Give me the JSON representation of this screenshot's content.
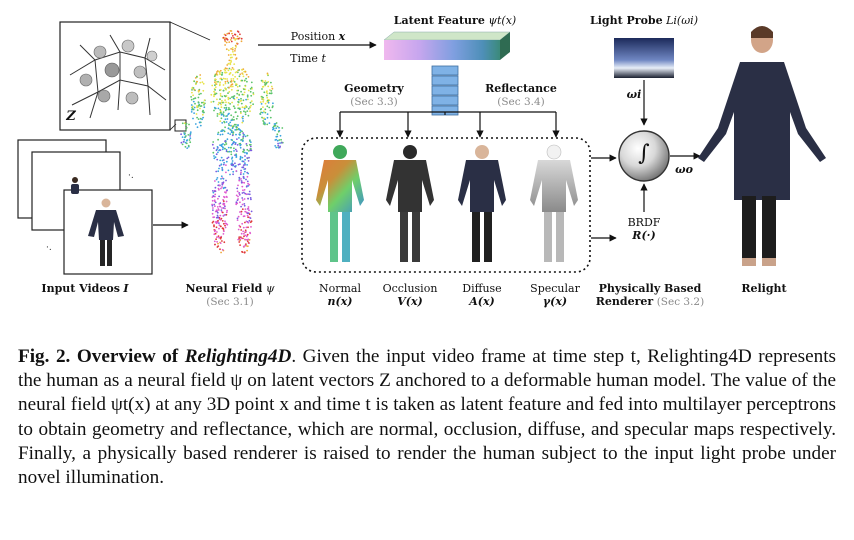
{
  "figure": {
    "latent_feature": {
      "text": "Latent Feature",
      "math": "ψt(x)"
    },
    "position_label": {
      "text": "Position",
      "math": "x"
    },
    "time_label": {
      "text": "Time",
      "math": "t"
    },
    "light_probe": {
      "text": "Light Probe",
      "math": "Li(ωi)"
    },
    "omega_i": "ωi",
    "omega_o": "ωo",
    "geometry": {
      "text": "Geometry",
      "sec": "(Sec 3.3)"
    },
    "reflectance": {
      "text": "Reflectance",
      "sec": "(Sec 3.4)"
    },
    "latent_z": "Z",
    "integral_symbol": "∫",
    "brdf": {
      "text": "BRDF",
      "math": "R(·)"
    },
    "maps": [
      {
        "name": "Normal",
        "math": "n(x)"
      },
      {
        "name": "Occlusion",
        "math": "V(x)"
      },
      {
        "name": "Diffuse",
        "math": "A(x)"
      },
      {
        "name": "Specular",
        "math": "γ(x)"
      }
    ],
    "input_videos": {
      "text": "Input Videos",
      "math": "I"
    },
    "neural_field": {
      "text": "Neural Field",
      "math": "ψ",
      "sec": "(Sec 3.1)"
    },
    "renderer": {
      "line1": "Physically Based",
      "line2": "Renderer",
      "sec": "(Sec 3.2)"
    },
    "relight": "Relight",
    "colors": {
      "latent_gradient": [
        "#f0b8ee",
        "#c7a6ee",
        "#7f9fe0",
        "#4e8fb8",
        "#2f6b52"
      ],
      "mlp_blue": "#7fb2e6",
      "point_cloud": [
        "#e03b3b",
        "#f0a83a",
        "#e8e34a",
        "#5bc46a",
        "#3aa3e0",
        "#7a5be0",
        "#e05bd0"
      ],
      "shirt_navy": "#2a2f45",
      "section_grey": "#8a8a8a"
    }
  },
  "caption": {
    "label": "Fig. 2. Overview of",
    "name": "Relighting4D",
    "body": ". Given the input video frame at time step t, Relighting4D represents the human as a neural field ψ on latent vectors Z anchored to a deformable human model. The value of the neural field ψt(x) at any 3D point x and time t is taken as latent feature and fed into multilayer perceptrons to obtain geometry and reflectance, which are normal, occlusion, diffuse, and specular maps respectively. Finally, a physically based renderer is raised to render the human subject to the input light probe under novel illumination."
  }
}
